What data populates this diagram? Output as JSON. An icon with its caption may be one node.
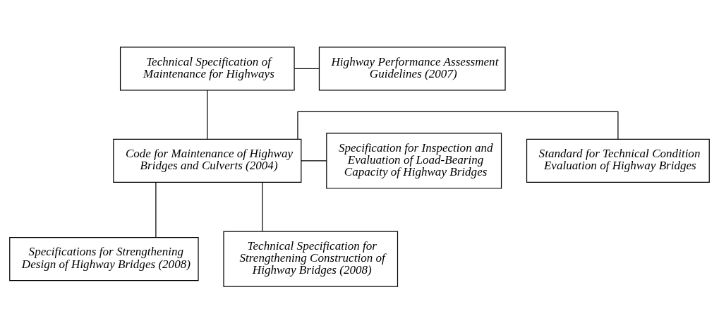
{
  "diagram": {
    "nodes": [
      {
        "text": [
          "Technical Specification of Maintenance for Highways"
        ]
      },
      {
        "text": [
          "Highway Performance Assessment Guidelines (2007)"
        ]
      },
      {
        "text": [
          "Code for Maintenance of Highway Bridges and Culverts (2004)"
        ]
      },
      {
        "text": [
          "Standard for Technical Condition Evaluation of Highway Bridges"
        ]
      },
      {
        "text": [
          "Specification for Inspection and Evaluation of Load-Bearing Capacity of Highway Bridges"
        ]
      },
      {
        "text": [
          "Specifications for Strengthening Design of Highway Bridges (2008)"
        ]
      },
      {
        "text": [
          "Technical Specification for Strengthening Construction of Highway Bridges (2008)"
        ]
      }
    ],
    "edges": [
      {
        "from": 0,
        "to": 1,
        "arrow": "none"
      },
      {
        "from": 0,
        "to": 2,
        "arrow": "none"
      },
      {
        "from": 2,
        "to": 3,
        "arrow": "none"
      },
      {
        "from": 2,
        "to": 4,
        "arrow": "none"
      },
      {
        "from": 2,
        "to": 5,
        "arrow": "none"
      },
      {
        "from": 2,
        "to": 6,
        "arrow": "none"
      }
    ]
  }
}
